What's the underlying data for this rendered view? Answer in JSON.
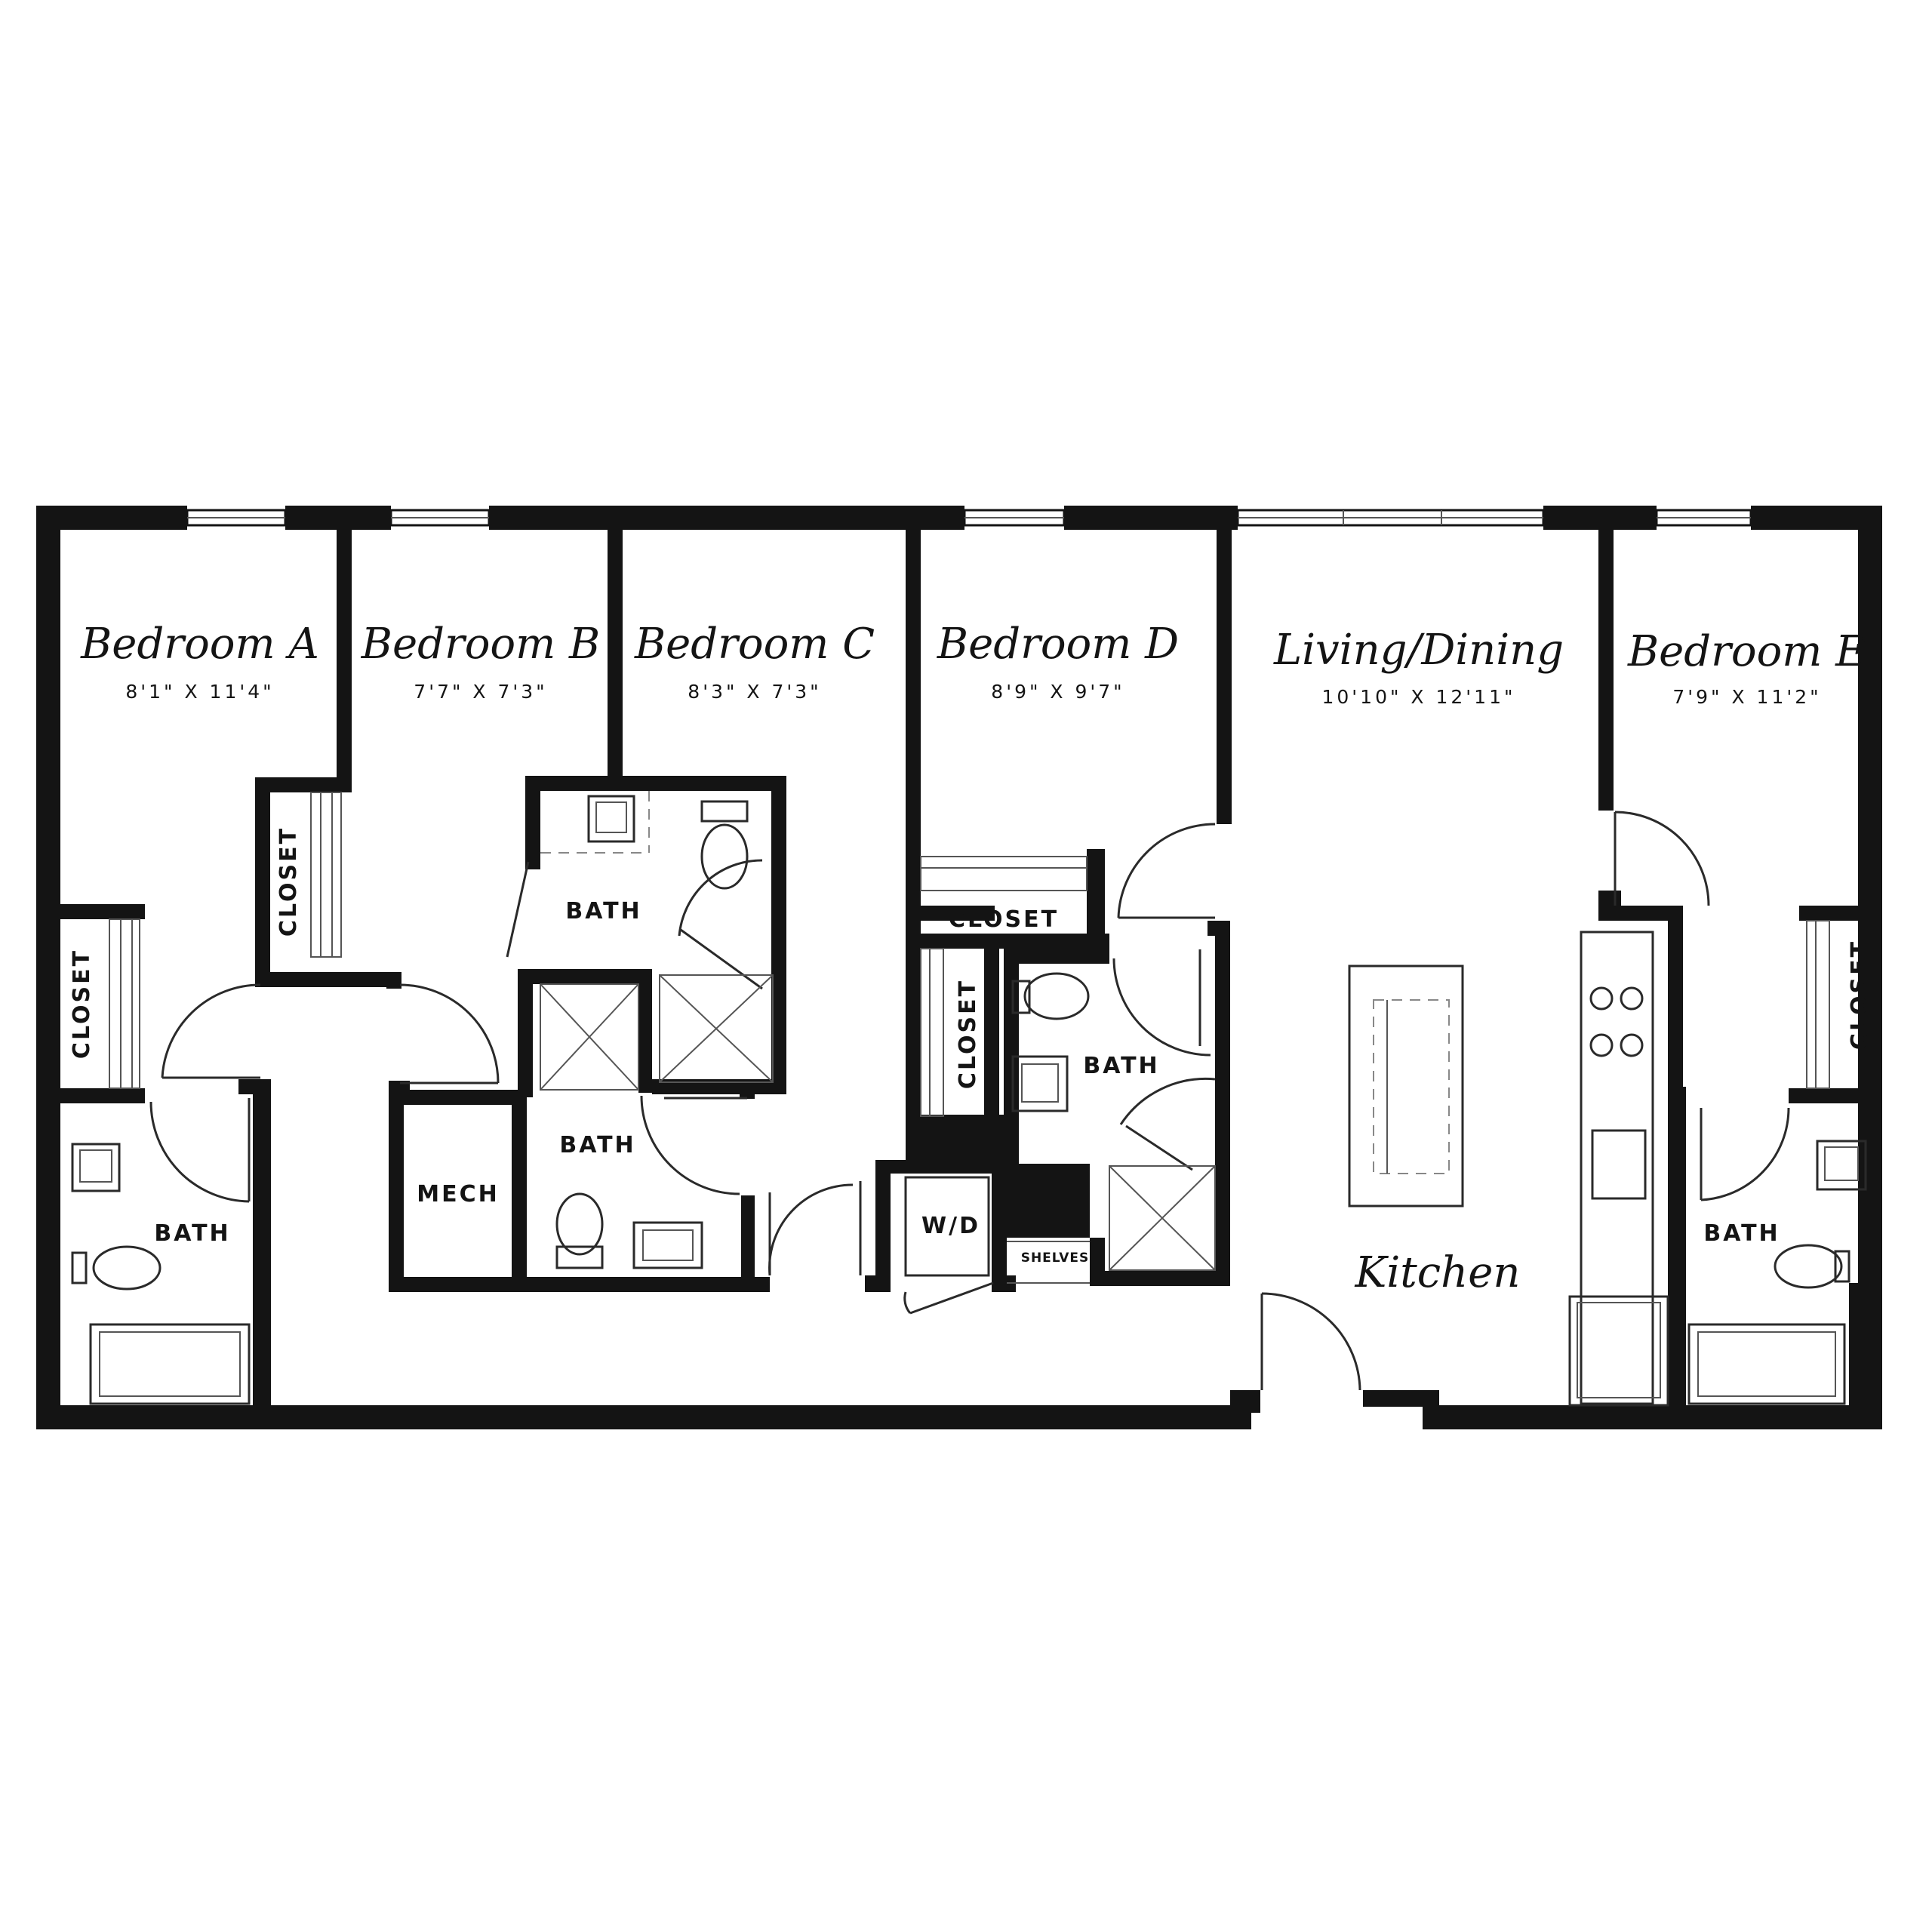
{
  "rooms": {
    "bedroom_a": {
      "name": "Bedroom A",
      "dims": "8'1\" X 11'4\""
    },
    "bedroom_b": {
      "name": "Bedroom B",
      "dims": "7'7\" X 7'3\""
    },
    "bedroom_c": {
      "name": "Bedroom C",
      "dims": "8'3\" X 7'3\""
    },
    "bedroom_d": {
      "name": "Bedroom D",
      "dims": "8'9\" X 9'7\""
    },
    "living_dining": {
      "name": "Living/Dining",
      "dims": "10'10\" X 12'11\""
    },
    "bedroom_e": {
      "name": "Bedroom E",
      "dims": "7'9\" X 11'2\""
    },
    "kitchen": {
      "name": "Kitchen"
    }
  },
  "labels": {
    "closet": "CLOSET",
    "bath": "BATH",
    "mech": "MECH",
    "wd": "W/D",
    "shelves": "SHELVES"
  }
}
